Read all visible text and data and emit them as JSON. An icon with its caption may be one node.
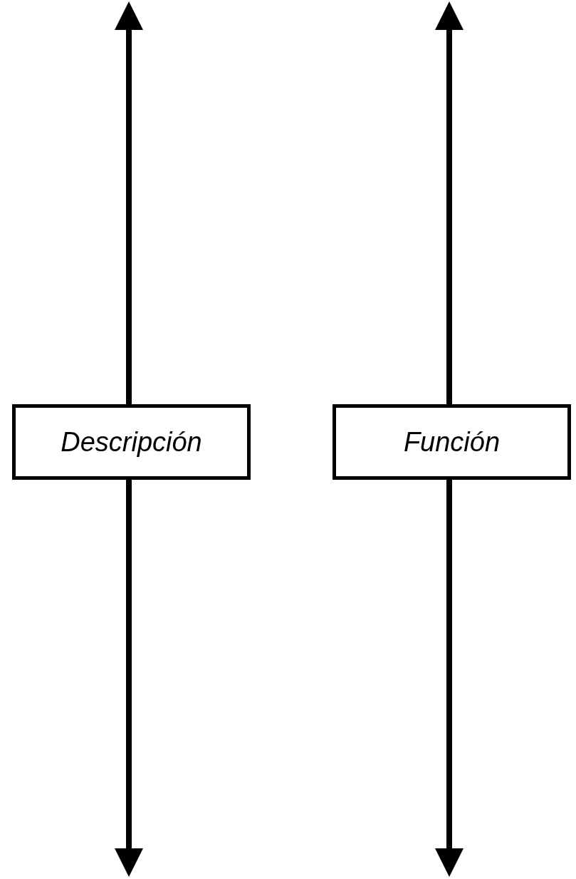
{
  "diagram": {
    "nodes": [
      {
        "text": [
          "Descripción"
        ]
      },
      {
        "text": [
          "Función"
        ]
      }
    ],
    "edges": [
      {
        "from": 0,
        "to": null,
        "arrow": "to"
      },
      {
        "from": 0,
        "to": null,
        "arrow": "to"
      },
      {
        "from": 1,
        "to": null,
        "arrow": "to"
      },
      {
        "from": 1,
        "to": null,
        "arrow": "to"
      }
    ]
  }
}
